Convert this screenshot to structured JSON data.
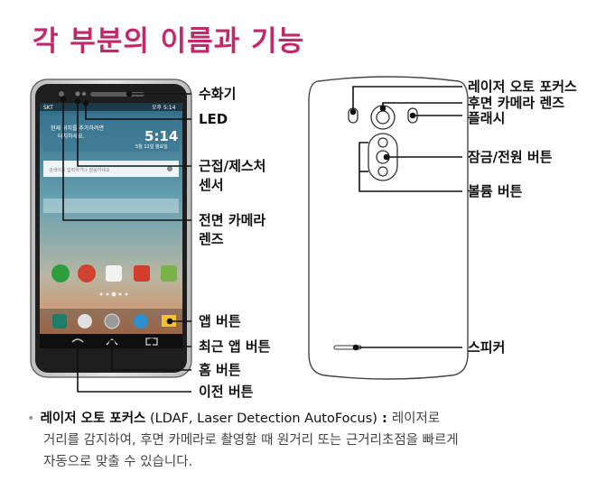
{
  "title": "각 부분의 이름과 기능",
  "front_labels": {
    "earpiece": "수화기",
    "led": "LED",
    "proximity_line1": "근접/제스처",
    "proximity_line2": "센서",
    "front_camera_line1": "전면 카메라",
    "front_camera_line2": "렌즈",
    "app_button": "앱 버튼",
    "recent_apps_button": "최근 앱 버튼",
    "home_button": "홈 버튼",
    "back_button": "이전 버튼"
  },
  "back_labels": {
    "laser_af": "레이저 오토 포커스",
    "rear_camera": "후면 카메라 렌즈",
    "flash": "플래시",
    "power_lock": "잠금/전원 버튼",
    "volume": "볼륨 버튼",
    "speaker": "스피커"
  },
  "phone_screen": {
    "carrier": "SKT",
    "status_time": "오후 5:14",
    "clock": "5:14",
    "date": "5월 12일 월요일",
    "weather_line1": "현재 위치를 추가하려면",
    "weather_line2": "터치하세요.",
    "search_hint": "검색어를 입력하거나 말씀하세요"
  },
  "description": {
    "term": "레이저 오토 포커스",
    "paren": "(LDAF, Laser Detection AutoFocus)",
    "colon": " : ",
    "line1_tail": "레이저로",
    "line2": "거리를 감지하여, 후면 카메라로 촬영할 때 원거리 또는 근거리초점을 빠르게",
    "line3": "자동으로 맞출 수 있습니다."
  },
  "colors": {
    "accent": "#c0296a",
    "phone_body": "#cfcfcf",
    "screen_top": "#3a6d86",
    "screen_bottom": "#d98a5c"
  }
}
